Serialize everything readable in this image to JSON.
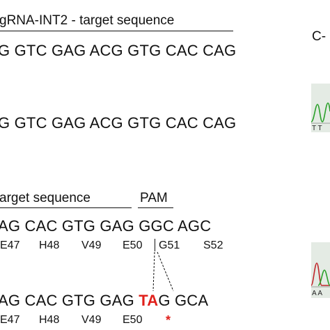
{
  "top": {
    "label": "gRNA-INT2 - target sequence",
    "seq1": "G GTC GAG ACG GTG CAC CAG",
    "seq2": "G GTC GAG ACG GTG CAC CAG"
  },
  "right": {
    "label": "C-"
  },
  "bottom": {
    "label_target": "arget sequence",
    "label_pam": "PAM",
    "seq_wt": "AG CAC GTG GAG GGC AGC",
    "aa_wt": [
      "E47",
      "H48",
      "V49",
      "E50",
      "G51",
      "S52"
    ],
    "seq_mut_pre": "AG CAC GTG GAG ",
    "seq_mut_hl": "TA",
    "seq_mut_post": "G GCA",
    "aa_mut": [
      "E47",
      "H48",
      "V49",
      "E50"
    ],
    "stop_marker": "*"
  },
  "colors": {
    "mutation": "#e0201b",
    "trace_green": "#2aa02a",
    "trace_red": "#c0262b",
    "trace_bg": "#e4ebe4"
  }
}
